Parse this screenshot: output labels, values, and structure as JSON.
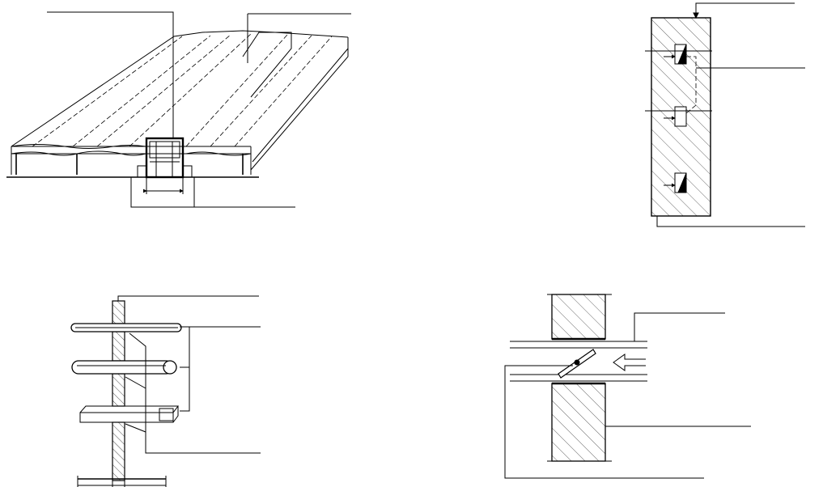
{
  "drawing": {
    "background": "#ffffff",
    "line_color": "#000000",
    "details": [
      {
        "id": "raised-floor-air-outlet",
        "labels": []
      },
      {
        "id": "wall-section-with-openings",
        "labels": []
      },
      {
        "id": "pipe-penetrations-through-wall",
        "labels": []
      },
      {
        "id": "damper-in-duct-through-wall",
        "labels": []
      }
    ]
  }
}
